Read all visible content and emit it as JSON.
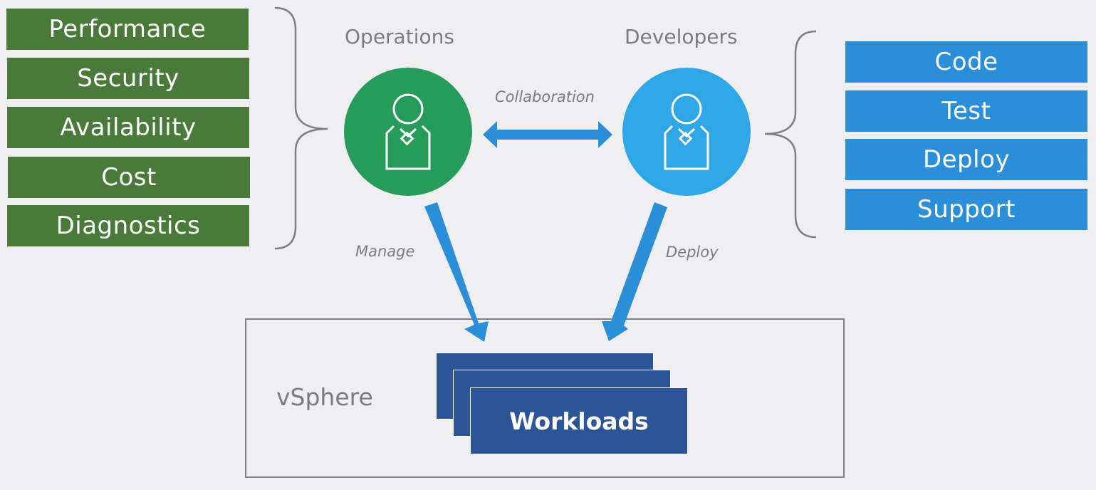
{
  "operations": {
    "title": "Operations",
    "concerns": [
      "Performance",
      "Security",
      "Availability",
      "Cost",
      "Diagnostics"
    ],
    "color": "#4a7a3a",
    "avatar_color": "#259c5a"
  },
  "developers": {
    "title": "Developers",
    "concerns": [
      "Code",
      "Test",
      "Deploy",
      "Support"
    ],
    "color": "#2a8ed8",
    "avatar_color": "#2fa6e6"
  },
  "edges": {
    "collaboration": "Collaboration",
    "manage": "Manage",
    "deploy": "Deploy"
  },
  "platform": {
    "name": "vSphere",
    "workloads": "Workloads",
    "card_color": "#2c5597"
  },
  "icons": {
    "person": "person-icon",
    "arrow": "arrow-icon",
    "brace": "curly-brace-icon"
  }
}
